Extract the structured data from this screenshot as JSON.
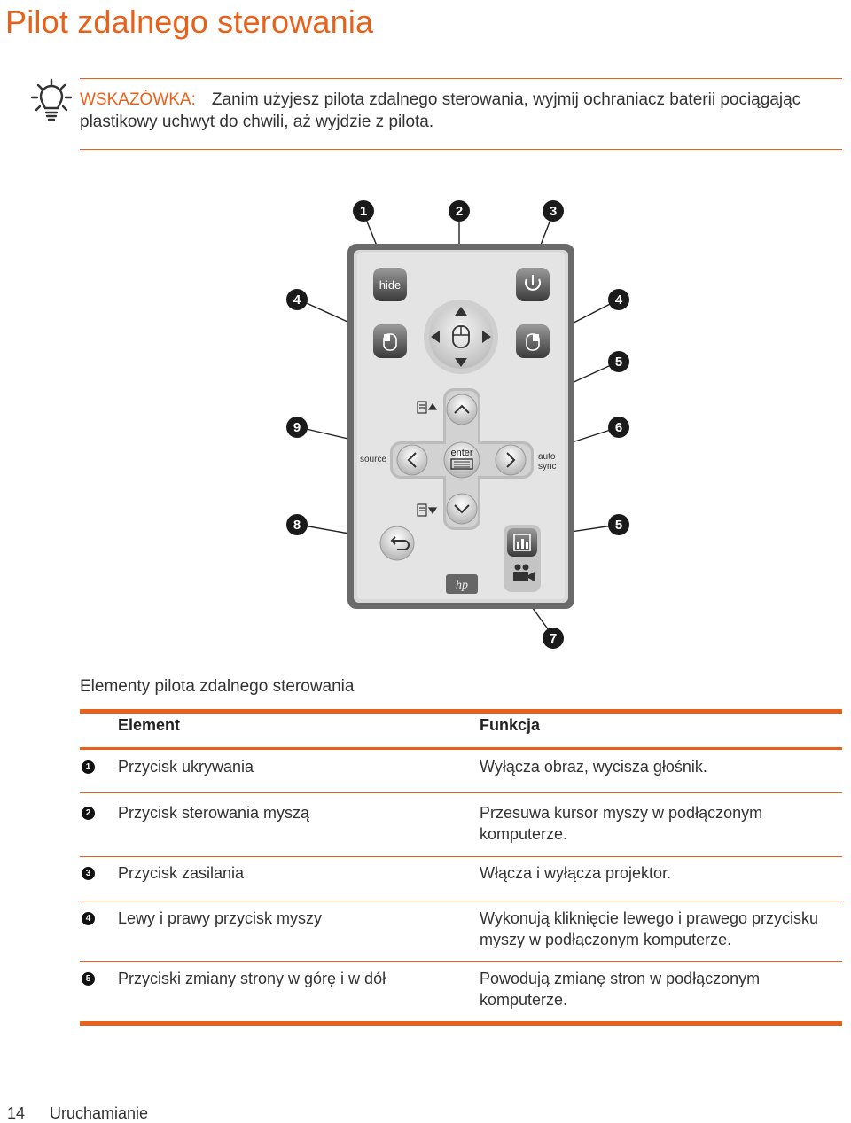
{
  "page": {
    "title": "Pilot zdalnego sterowania",
    "footer_page": "14",
    "footer_section": "Uruchamianie"
  },
  "tip": {
    "label": "WSKAZÓWKA:",
    "text": "Zanim użyjesz pilota zdalnego sterowania, wyjmij ochraniacz baterii pociągając plastikowy uchwyt do chwili, aż wyjdzie z pilota.",
    "icon": "lightbulb-icon"
  },
  "remote": {
    "labels": {
      "hide": "hide",
      "enter": "enter",
      "source": "source",
      "auto": "auto",
      "sync": "sync",
      "hp": "hp"
    },
    "callouts": [
      "1",
      "2",
      "3",
      "4",
      "4",
      "5",
      "9",
      "6",
      "8",
      "5",
      "7"
    ]
  },
  "table": {
    "caption": "Elementy pilota zdalnego sterowania",
    "headers": {
      "element": "Element",
      "function": "Funkcja"
    },
    "rows": [
      {
        "num": "1",
        "element": "Przycisk ukrywania",
        "function": "Wyłącza obraz, wycisza głośnik."
      },
      {
        "num": "2",
        "element": "Przycisk sterowania myszą",
        "function": "Przesuwa kursor myszy w podłączonym komputerze."
      },
      {
        "num": "3",
        "element": "Przycisk zasilania",
        "function": "Włącza i wyłącza projektor."
      },
      {
        "num": "4",
        "element": "Lewy i prawy przycisk myszy",
        "function": "Wykonują kliknięcie lewego i prawego przycisku myszy w podłączonym komputerze."
      },
      {
        "num": "5",
        "element": "Przyciski zmiany strony w górę i w dół",
        "function": "Powodują zmianę stron w podłączonym komputerze."
      }
    ]
  },
  "colors": {
    "accent": "#e8611a",
    "callout": "#1a1a1a"
  }
}
